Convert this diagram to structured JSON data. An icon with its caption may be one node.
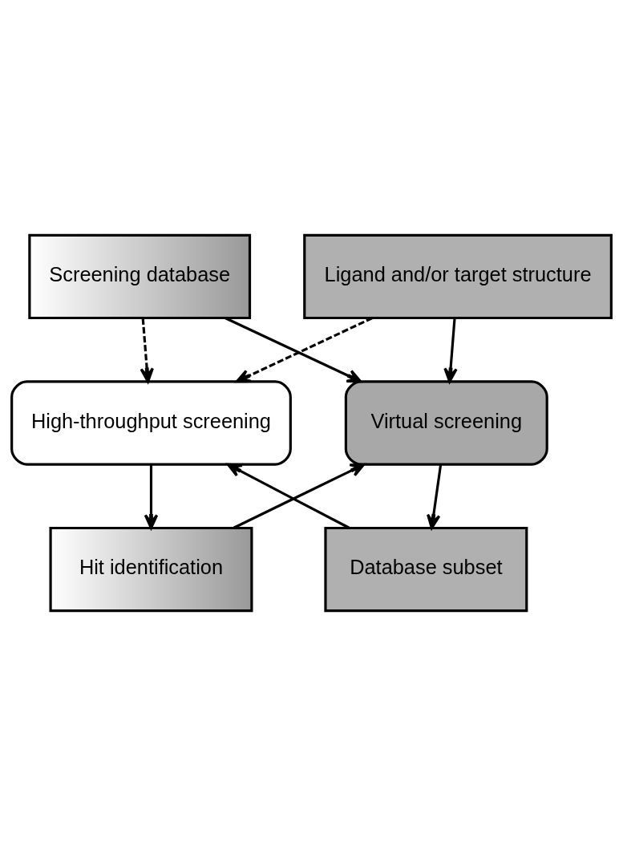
{
  "diagram": {
    "nodes": [
      {
        "text": [
          "Screening database"
        ]
      },
      {
        "text": [
          "Ligand and/or target structure"
        ]
      },
      {
        "text": [
          "High-throughput screening"
        ]
      },
      {
        "text": [
          "Virtual screening"
        ]
      },
      {
        "text": [
          "Database subset"
        ]
      },
      {
        "text": [
          "Hit identification"
        ]
      }
    ],
    "edges": [
      {
        "from": 0,
        "to": 3,
        "arrow": "to"
      },
      {
        "from": 1,
        "to": 3,
        "arrow": "to"
      },
      {
        "from": 0,
        "to": 2,
        "arrow": "to",
        "style": "dashed"
      },
      {
        "from": 1,
        "to": 2,
        "arrow": "to",
        "style": "dashed"
      },
      {
        "from": 3,
        "to": 4,
        "arrow": "to"
      },
      {
        "from": 4,
        "to": 2,
        "arrow": "to"
      },
      {
        "from": 2,
        "to": 5,
        "arrow": "to"
      },
      {
        "from": 5,
        "to": 3,
        "arrow": "to"
      }
    ]
  }
}
